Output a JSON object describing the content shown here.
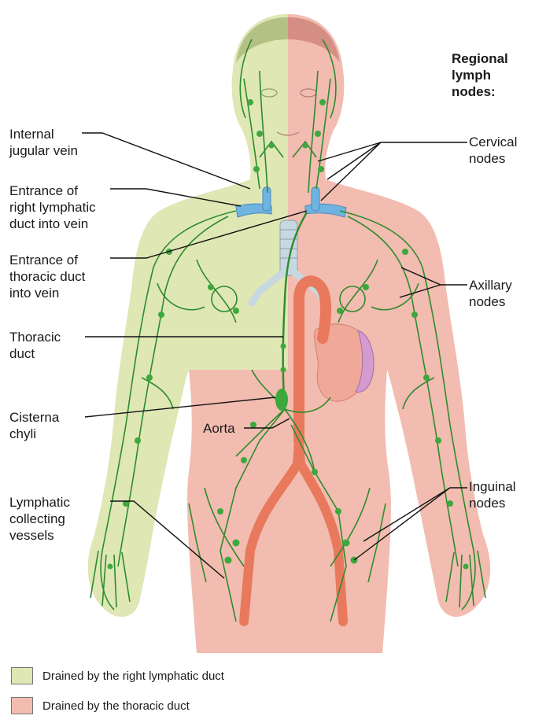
{
  "labels": {
    "internal_jugular": [
      "Internal",
      "jugular vein"
    ],
    "right_lymphatic_entrance": [
      "Entrance of",
      "right lymphatic",
      "duct into vein"
    ],
    "thoracic_entrance": [
      "Entrance of",
      "thoracic duct",
      "into vein"
    ],
    "thoracic_duct": [
      "Thoracic",
      "duct"
    ],
    "cisterna_chyli": [
      "Cisterna",
      "chyli"
    ],
    "aorta": "Aorta",
    "collecting_vessels": [
      "Lymphatic",
      "collecting",
      "vessels"
    ],
    "regional_heading": [
      "Regional",
      "lymph",
      "nodes:"
    ],
    "cervical": [
      "Cervical",
      "nodes"
    ],
    "axillary": [
      "Axillary",
      "nodes"
    ],
    "inguinal": [
      "Inguinal",
      "nodes"
    ]
  },
  "legend": [
    {
      "text": "Drained by the right lymphatic duct",
      "color": "#dfe7b4"
    },
    {
      "text": "Drained by the thoracic duct",
      "color": "#f2bcb0"
    }
  ],
  "colors": {
    "right_region": "#dfe7b4",
    "thoracic_region": "#f2bcb0",
    "lymph_vessels": "#2e8b2e",
    "aorta": "#e8795c",
    "veins": "#6fb4e0",
    "trachea": "#c8d8e0"
  }
}
